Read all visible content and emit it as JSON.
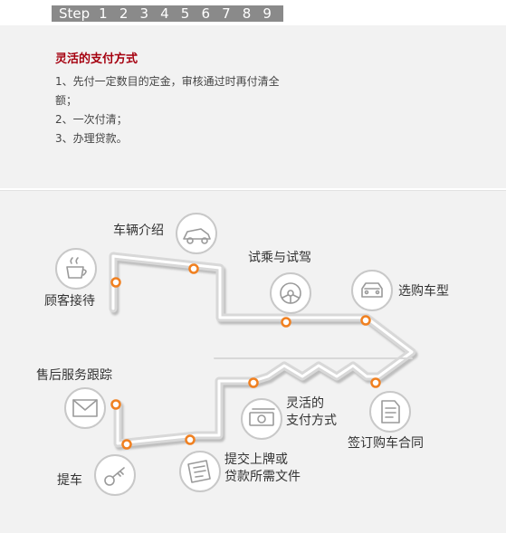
{
  "nav": {
    "label": "Step",
    "steps": [
      "1",
      "2",
      "3",
      "4",
      "5",
      "6",
      "7",
      "8",
      "9"
    ]
  },
  "info": {
    "title": "灵活的支付方式",
    "lines": [
      "1、先付一定数目的定金，审核通过时再付清全额；",
      "2、一次付清；",
      "3、办理贷款。"
    ]
  },
  "flow": {
    "steps": [
      {
        "name": "reception",
        "label": "顾客接待",
        "icon": "coffee-cup-icon"
      },
      {
        "name": "vehicle-intro",
        "label": "车辆介绍",
        "icon": "car-side-icon"
      },
      {
        "name": "test-drive",
        "label": "试乘与试驾",
        "icon": "steering-wheel-icon"
      },
      {
        "name": "choose-model",
        "label": "选购车型",
        "icon": "car-front-icon"
      },
      {
        "name": "sign-contract",
        "label": "签订购车合同",
        "icon": "contract-icon"
      },
      {
        "name": "payment",
        "label": "灵活的支付方式",
        "icon": "money-icon"
      },
      {
        "name": "submit-docs",
        "label": "提交上牌或贷款所需文件",
        "icon": "documents-icon"
      },
      {
        "name": "pickup",
        "label": "提车",
        "icon": "car-key-icon"
      },
      {
        "name": "after-sales",
        "label": "售后服务跟踪",
        "icon": "envelope-icon"
      }
    ],
    "labels": {
      "reception": "顾客接待",
      "vehicle_intro": "车辆介绍",
      "test_drive": "试乘与试驾",
      "choose_model": "选购车型",
      "sign_contract": "签订购车合同",
      "payment_l1": "灵活的",
      "payment_l2": "支付方式",
      "submit_l1": "提交上牌或",
      "submit_l2": "贷款所需文件",
      "pickup": "提车",
      "after_sales": "售后服务跟踪"
    }
  },
  "colors": {
    "accent": "#f08020",
    "title": "#a5000f",
    "nav_bg": "#8a8a8a",
    "track": "#dcdcdc"
  }
}
